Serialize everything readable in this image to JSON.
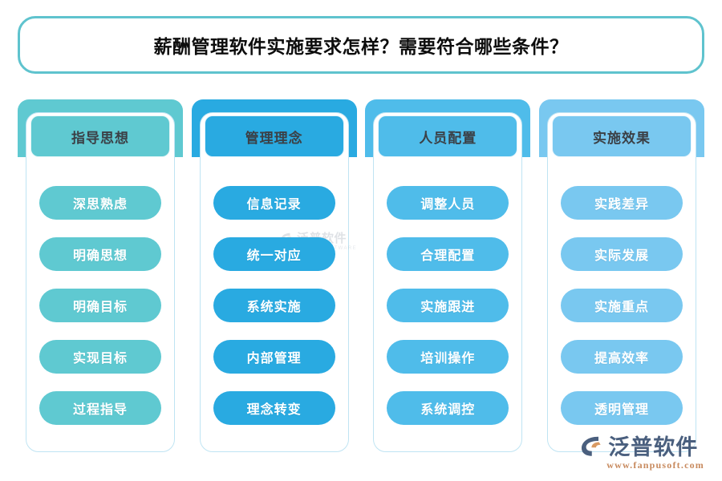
{
  "title": {
    "text": "薪酬管理软件实施要求怎样？需要符合哪些条件？",
    "border_color": "#5FC3CE"
  },
  "columns": [
    {
      "header": "指导思想",
      "color": "#5FC9D1",
      "items": [
        "深思熟虑",
        "明确思想",
        "明确目标",
        "实现目标",
        "过程指导"
      ]
    },
    {
      "header": "管理理念",
      "color": "#29AAE1",
      "items": [
        "信息记录",
        "统一对应",
        "系统实施",
        "内部管理",
        "理念转变"
      ]
    },
    {
      "header": "人员配置",
      "color": "#4FBCEA",
      "items": [
        "调整人员",
        "合理配置",
        "实施跟进",
        "培训操作",
        "系统调控"
      ]
    },
    {
      "header": "实施效果",
      "color": "#79C8F0",
      "items": [
        "实践差异",
        "实际发展",
        "实施重点",
        "提高效率",
        "透明管理"
      ]
    }
  ],
  "watermark": {
    "name": "泛普软件",
    "sub": "FANPU SOFTWARE"
  },
  "logo": {
    "name": "泛普软件",
    "url": "www.fanpusoft.com"
  }
}
